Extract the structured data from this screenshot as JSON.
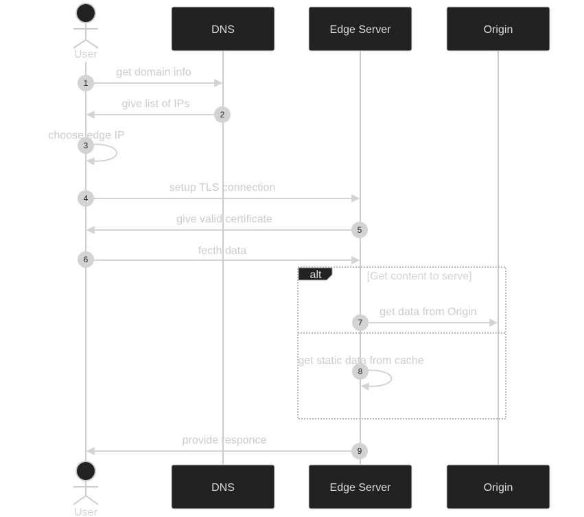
{
  "diagram": {
    "type": "sequence",
    "participants": [
      {
        "id": "user",
        "label": "User",
        "kind": "actor"
      },
      {
        "id": "dns",
        "label": "DNS",
        "kind": "participant"
      },
      {
        "id": "edge",
        "label": "Edge Server",
        "kind": "participant"
      },
      {
        "id": "origin",
        "label": "Origin",
        "kind": "participant"
      }
    ],
    "messages": [
      {
        "num": "1",
        "from": "user",
        "to": "dns",
        "label": "get domain info"
      },
      {
        "num": "2",
        "from": "dns",
        "to": "user",
        "label": "give list of IPs"
      },
      {
        "num": "3",
        "from": "user",
        "to": "user",
        "label": "choose edge IP"
      },
      {
        "num": "4",
        "from": "user",
        "to": "edge",
        "label": "setup TLS connection"
      },
      {
        "num": "5",
        "from": "edge",
        "to": "user",
        "label": "give valid certificate"
      },
      {
        "num": "6",
        "from": "user",
        "to": "edge",
        "label": "fecth data"
      },
      {
        "num": "7",
        "from": "edge",
        "to": "origin",
        "label": "get data from Origin"
      },
      {
        "num": "8",
        "from": "edge",
        "to": "edge",
        "label": "get static data from cache"
      },
      {
        "num": "9",
        "from": "edge",
        "to": "user",
        "label": "provide responce"
      }
    ],
    "frame": {
      "kind": "alt",
      "condition": "[Get content to serve]"
    },
    "colors": {
      "box_fill": "#222222",
      "line": "#cccccc",
      "text_light": "#cccccc",
      "seq_circle": "#d3d3d3"
    }
  }
}
